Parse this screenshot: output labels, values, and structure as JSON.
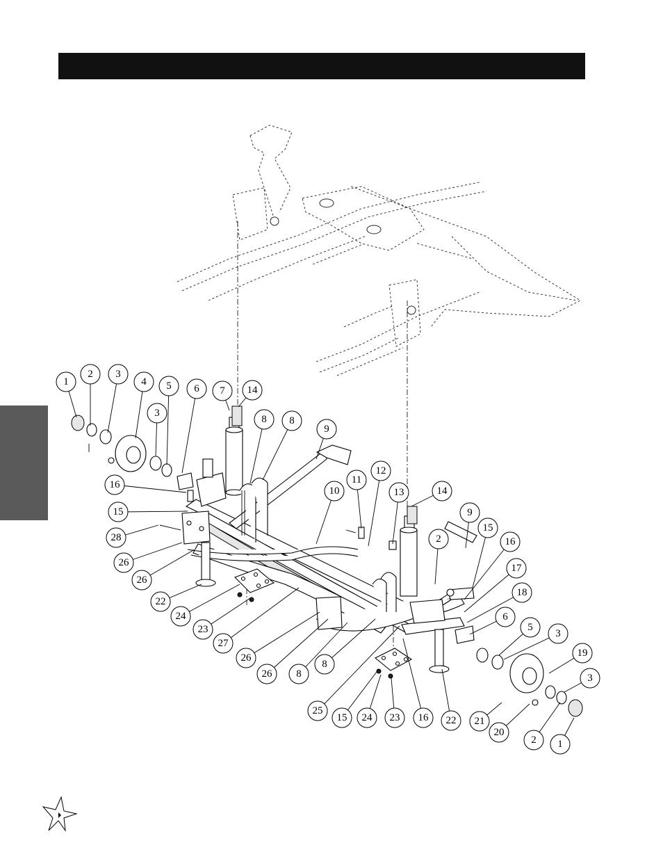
{
  "header": {
    "title": ""
  },
  "side_tab": {
    "label": ""
  },
  "callouts": [
    {
      "label": "1"
    },
    {
      "label": "2"
    },
    {
      "label": "3"
    },
    {
      "label": "4"
    },
    {
      "label": "3"
    },
    {
      "label": "5"
    },
    {
      "label": "6"
    },
    {
      "label": "7"
    },
    {
      "label": "14"
    },
    {
      "label": "8"
    },
    {
      "label": "8"
    },
    {
      "label": "9"
    },
    {
      "label": "16"
    },
    {
      "label": "15"
    },
    {
      "label": "28"
    },
    {
      "label": "26"
    },
    {
      "label": "26"
    },
    {
      "label": "22"
    },
    {
      "label": "24"
    },
    {
      "label": "23"
    },
    {
      "label": "27"
    },
    {
      "label": "10"
    },
    {
      "label": "11"
    },
    {
      "label": "12"
    },
    {
      "label": "13"
    },
    {
      "label": "14"
    },
    {
      "label": "9"
    },
    {
      "label": "2"
    },
    {
      "label": "15"
    },
    {
      "label": "16"
    },
    {
      "label": "17"
    },
    {
      "label": "18"
    },
    {
      "label": "6"
    },
    {
      "label": "5"
    },
    {
      "label": "3"
    },
    {
      "label": "19"
    },
    {
      "label": "3"
    },
    {
      "label": "26"
    },
    {
      "label": "26"
    },
    {
      "label": "8"
    },
    {
      "label": "8"
    },
    {
      "label": "25"
    },
    {
      "label": "15"
    },
    {
      "label": "24"
    },
    {
      "label": "23"
    },
    {
      "label": "16"
    },
    {
      "label": "22"
    },
    {
      "label": "21"
    },
    {
      "label": "20"
    },
    {
      "label": "2"
    },
    {
      "label": "1"
    }
  ]
}
